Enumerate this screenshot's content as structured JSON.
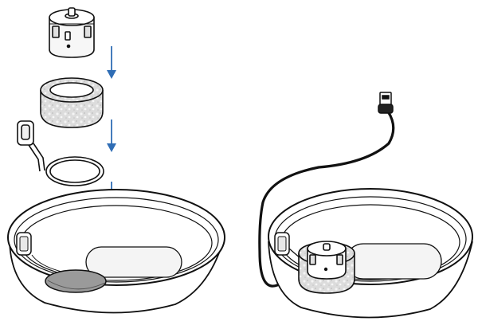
{
  "diagram": {
    "steps": [
      {
        "part": "pump-motor",
        "order": 1
      },
      {
        "part": "filter-ring",
        "order": 2
      },
      {
        "part": "pump-holder-clip",
        "order": 3
      },
      {
        "part": "water-bowl",
        "order": 4
      }
    ],
    "result": {
      "parts": [
        "assembled-bowl",
        "usb-power-cable",
        "usb-plug"
      ]
    },
    "icons": [
      "down-arrow-icon"
    ],
    "colors": {
      "line": "#111111",
      "arrow": "#2f6db5",
      "filter_fill": "#d9d9d9",
      "well_fill": "#9a9a9a",
      "panel_fill": "#f2f2f2"
    }
  }
}
